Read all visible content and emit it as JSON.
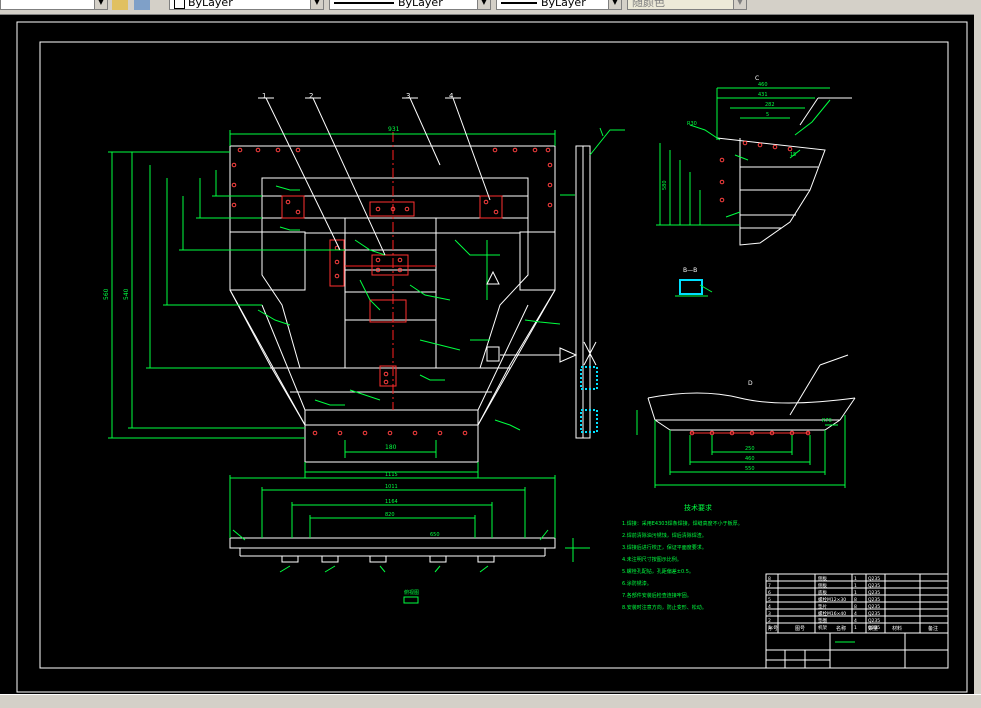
{
  "toolbar": {
    "color_value": "ByLayer",
    "linetype_value": "ByLayer",
    "lineweight_value": "ByLayer",
    "plotstyle_value": "随颜色"
  },
  "drawing": {
    "tech_req_title": "技术要求",
    "tech_notes": [
      "1.焊接：采用E4303焊条焊接，焊缝高度不小于板厚。",
      "2.焊前清除油污锈蚀，焊后清除焊渣。",
      "3.焊接后进行校正，保证平面度要求。",
      "4.未注明尺寸按图示比例。",
      "5.螺栓孔配钻，孔距偏差±0.5。",
      "6.涂防锈漆。",
      "7.各部件安装后检查连接牢固。",
      "8.安装时注意方向，防止变形、松动。"
    ],
    "balloons": [
      "1",
      "2",
      "3",
      "4"
    ],
    "top_dims": {
      "overall_width": "931",
      "height_left": "560",
      "height_mid": "540",
      "bottom_width": "180"
    },
    "side_view": {
      "label": "C",
      "dims": [
        "460",
        "431",
        "282",
        "R30",
        "5",
        "580",
        "15"
      ]
    },
    "section_label": "B—B",
    "curved_view": {
      "label": "D",
      "dims": [
        "250",
        "460",
        "550",
        "R70"
      ]
    },
    "bottom_view": {
      "dims": [
        "1115",
        "1011",
        "1164",
        "820",
        "650"
      ],
      "scale_label": "俯视图"
    },
    "parts_table": {
      "rows": [
        {
          "no": "8",
          "name": "侧板",
          "qty": "1",
          "mat": "Q235"
        },
        {
          "no": "7",
          "name": "侧板",
          "qty": "1",
          "mat": "Q235"
        },
        {
          "no": "6",
          "name": "底板",
          "qty": "1",
          "mat": "Q235"
        },
        {
          "no": "5",
          "name": "螺栓M12×30",
          "qty": "8",
          "mat": "Q235"
        },
        {
          "no": "4",
          "name": "垫片",
          "qty": "8",
          "mat": "Q235"
        },
        {
          "no": "3",
          "name": "螺栓M16×40",
          "qty": "4",
          "mat": "Q235"
        },
        {
          "no": "2",
          "name": "垫圈",
          "qty": "4",
          "mat": "Q235"
        },
        {
          "no": "1",
          "name": "机架",
          "qty": "1",
          "mat": "Q235"
        }
      ],
      "header": [
        "序号",
        "图号",
        "名称",
        "数量",
        "材料",
        "备注"
      ]
    }
  }
}
